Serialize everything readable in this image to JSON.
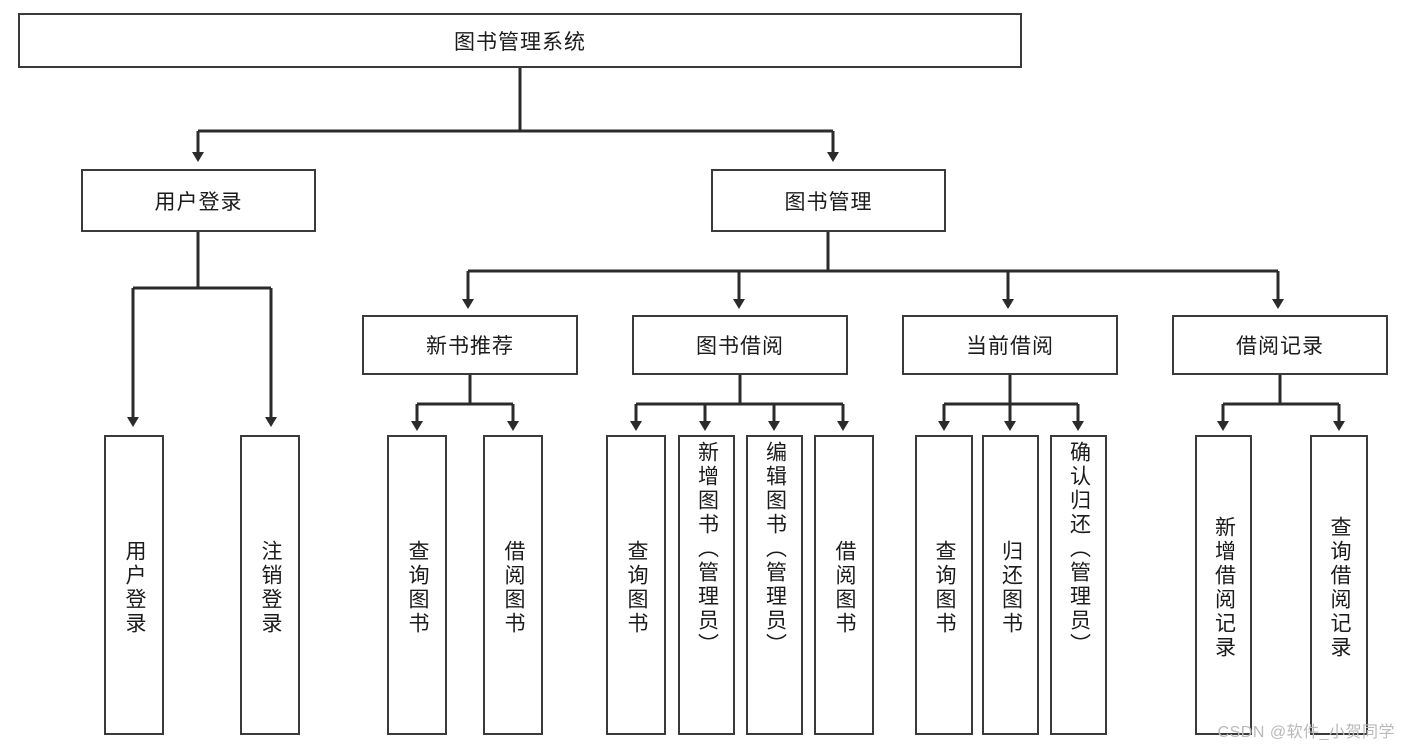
{
  "diagram": {
    "title": "图书管理系统",
    "type": "hierarchy-tree",
    "root": {
      "id": "root",
      "label": "图书管理系统"
    },
    "level2": [
      {
        "id": "user-login",
        "label": "用户登录"
      },
      {
        "id": "book-manage",
        "label": "图书管理"
      }
    ],
    "level3": [
      {
        "id": "new-book-rec",
        "label": "新书推荐"
      },
      {
        "id": "book-borrow",
        "label": "图书借阅"
      },
      {
        "id": "current-borrow",
        "label": "当前借阅"
      },
      {
        "id": "borrow-record",
        "label": "借阅记录"
      }
    ],
    "leaves": {
      "user_login": [
        {
          "id": "leaf-user-login",
          "label": "用户登录"
        },
        {
          "id": "leaf-logout",
          "label": "注销登录"
        }
      ],
      "new_book_rec": [
        {
          "id": "leaf-query-book-1",
          "label": "查询图书"
        },
        {
          "id": "leaf-borrow-book-1",
          "label": "借阅图书"
        }
      ],
      "book_borrow": [
        {
          "id": "leaf-query-book-2",
          "label": "查询图书"
        },
        {
          "id": "leaf-add-book",
          "label": "新增图书（管理员）"
        },
        {
          "id": "leaf-edit-book",
          "label": "编辑图书（管理员）"
        },
        {
          "id": "leaf-borrow-book-2",
          "label": "借阅图书"
        }
      ],
      "current_borrow": [
        {
          "id": "leaf-query-book-3",
          "label": "查询图书"
        },
        {
          "id": "leaf-return-book",
          "label": "归还图书"
        },
        {
          "id": "leaf-confirm-return",
          "label": "确认归还（管理员）"
        }
      ],
      "borrow_record": [
        {
          "id": "leaf-add-record",
          "label": "新增借阅记录"
        },
        {
          "id": "leaf-query-record",
          "label": "查询借阅记录"
        }
      ]
    }
  },
  "watermark": {
    "text": "CSDN @软件_小贺同学"
  },
  "colors": {
    "border": "#3a3a3a",
    "background": "#ffffff",
    "text": "#1b1b1b",
    "watermark": "#b9b9b9"
  }
}
